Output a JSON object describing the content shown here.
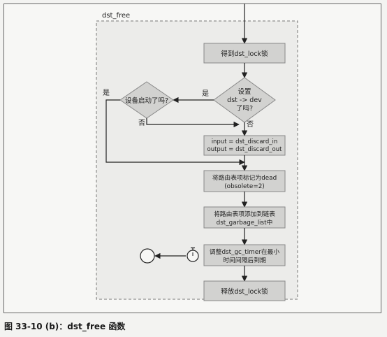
{
  "diagram": {
    "container_label": "dst_free",
    "nodes": {
      "get_lock": "得到dst_lock锁",
      "dev_set": [
        "设置",
        "dst -> dev",
        "了吗?"
      ],
      "dev_up": "设备启动了吗?",
      "discard": [
        "input = dst_discard_in",
        "output = dst_discard_out"
      ],
      "mark_dead": [
        "将路由表项标记为dead",
        "(obsolete=2)"
      ],
      "add_garbage": [
        "将路由表项添加到链表",
        "dst_garbage_list中"
      ],
      "adjust_timer": [
        "调整dst_gc_timer在最小",
        "时间间隔后到期"
      ],
      "release_lock": "释放dst_lock锁"
    },
    "edge_labels": {
      "dev_set_yes": "是",
      "dev_set_no": "否",
      "dev_up_yes": "是",
      "dev_up_no": "否"
    }
  },
  "caption": "图 33-10 (b)：dst_free 函数"
}
